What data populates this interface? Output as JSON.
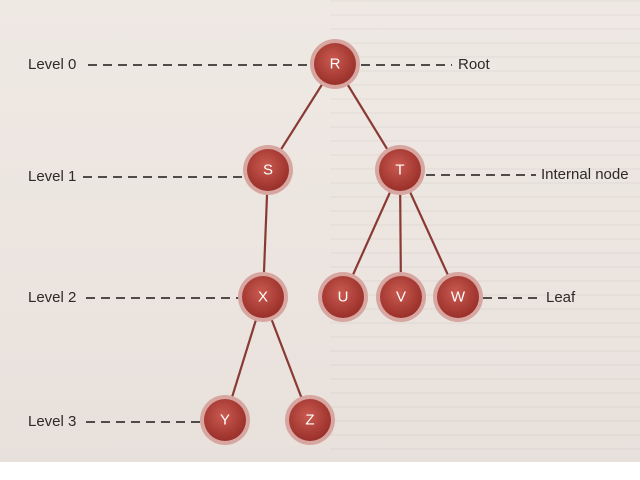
{
  "levels": [
    "Level 0",
    "Level 1",
    "Level 2",
    "Level 3"
  ],
  "callouts": {
    "root": "Root",
    "internal": "Internal node",
    "leaf": "Leaf"
  },
  "nodes": {
    "R": "R",
    "S": "S",
    "T": "T",
    "X": "X",
    "U": "U",
    "V": "V",
    "W": "W",
    "Y": "Y",
    "Z": "Z"
  },
  "edges": [
    [
      "R",
      "S"
    ],
    [
      "R",
      "T"
    ],
    [
      "S",
      "X"
    ],
    [
      "T",
      "U"
    ],
    [
      "T",
      "V"
    ],
    [
      "T",
      "W"
    ],
    [
      "X",
      "Y"
    ],
    [
      "X",
      "Z"
    ]
  ],
  "colors": {
    "node_fill": "#a83a32",
    "node_ring": "#d8a6a0",
    "edge": "#8a3a34",
    "leader": "#3a3634"
  }
}
